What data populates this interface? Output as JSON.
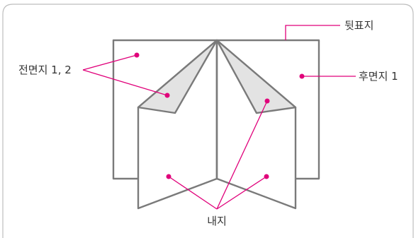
{
  "labels": {
    "back_cover": "뒷표지",
    "front_endpaper": "전면지 1, 2",
    "rear_endpaper": "후면지 1",
    "inner_pages": "내지"
  },
  "colors": {
    "leader_line": "#e0007a",
    "page_stroke": "#7a7a7a",
    "flap_fill": "#e3e3e3",
    "frame_stroke": "#bdbdbd"
  }
}
